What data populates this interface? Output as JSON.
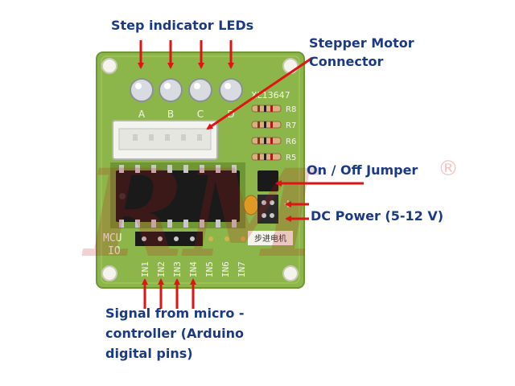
{
  "labels": {
    "step_leds": "Step indicator LEDs",
    "motor_connector_line1": "Stepper Motor",
    "motor_connector_line2": "Connector",
    "jumper": "On / Off Jumper",
    "power": "DC Power (5-12 V)",
    "signal_line1": "Signal from micro -",
    "signal_line2": "controller (Arduino",
    "signal_line3": "digital pins)"
  },
  "board": {
    "led_letters": [
      "A",
      "B",
      "C",
      "D"
    ],
    "part_number": "XL13647",
    "resistors": [
      "R8",
      "R7",
      "R6",
      "R5"
    ],
    "mcu_label_1": "MCU",
    "mcu_label_2": "IO",
    "power_marks": [
      "+",
      "-"
    ],
    "pin_labels": [
      "IN1",
      "IN2",
      "IN3",
      "IN4",
      "IN5",
      "IN6",
      "IN7"
    ],
    "chinese_label": "步进电机",
    "watermark": "RM",
    "registered_mark": "®"
  },
  "colors": {
    "label_text": "#1b3a86",
    "arrow": "#e01414",
    "pcb": "#8db64a",
    "watermark": "#c41818"
  }
}
